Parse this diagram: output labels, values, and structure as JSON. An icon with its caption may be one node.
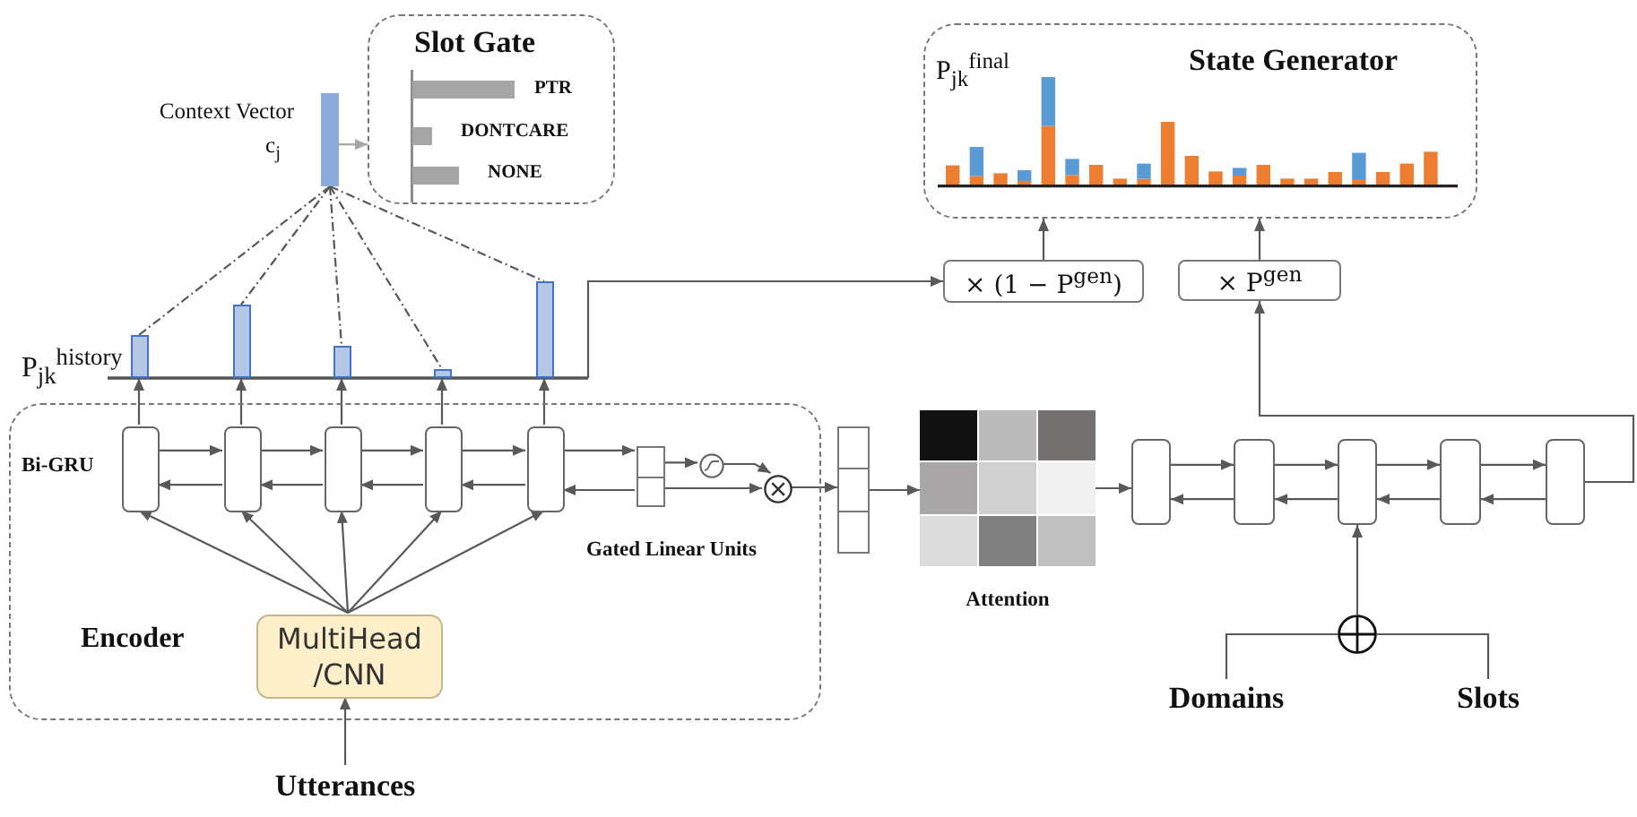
{
  "diagram": {
    "nodes": [
      {
        "text": [
          "Slot Gate",
          "PTR",
          "DONTCARE",
          "NONE"
        ]
      },
      {
        "text": [],
        "shape": "bar",
        "beside": [
          "Context Vector",
          "c$_{j}$"
        ]
      },
      {
        "text": [
          "P$_{jk}$$^{final}$",
          "State Generator"
        ]
      },
      {
        "text": [
          "× (1 − P$^{gen}$)"
        ]
      },
      {
        "text": [
          "× P$^{gen}$"
        ]
      },
      {
        "text": [],
        "shape": "bar"
      },
      {
        "text": [],
        "shape": "bar"
      },
      {
        "text": [],
        "shape": "bar"
      },
      {
        "text": [],
        "shape": "bar"
      },
      {
        "text": [],
        "shape": "bar"
      },
      {
        "text": [
          "Bi-GRU",
          "Gated Linear Units",
          "Encoder"
        ]
      },
      {
        "text": [],
        "shape": "box",
        "in": 10
      },
      {
        "text": [],
        "shape": "box",
        "in": 10
      },
      {
        "text": [],
        "shape": "box",
        "in": 10
      },
      {
        "text": [],
        "shape": "box",
        "in": 10
      },
      {
        "text": [],
        "shape": "box",
        "in": 10
      },
      {
        "text": [],
        "shape": "box",
        "in": 10
      },
      {
        "text": [],
        "shape": "circle",
        "in": 10
      },
      {
        "text": [],
        "shape": "circle",
        "in": 10
      },
      {
        "text": [
          "MultiHead /CNN"
        ],
        "in": 10
      },
      {
        "text": [
          "Utterances"
        ]
      },
      {
        "text": [],
        "shape": "box"
      },
      {
        "text": [],
        "shape": "box",
        "beside": [
          "Attention"
        ]
      },
      {
        "text": [],
        "shape": "box"
      },
      {
        "text": [],
        "shape": "box"
      },
      {
        "text": [],
        "shape": "box"
      },
      {
        "text": [],
        "shape": "box"
      },
      {
        "text": [],
        "shape": "box"
      },
      {
        "text": [],
        "shape": "circle"
      },
      {
        "text": [
          "Domains"
        ]
      },
      {
        "text": [
          "Slots"
        ]
      }
    ],
    "edges": [
      {
        "from": 1,
        "to": 0,
        "arrow": "to",
        "color": "#a6a6a6"
      },
      {
        "from": 1,
        "to": 5,
        "arrow": "none",
        "style": "dashed"
      },
      {
        "from": 1,
        "to": 6,
        "arrow": "none",
        "style": "dashed"
      },
      {
        "from": 1,
        "to": 7,
        "arrow": "none",
        "style": "dashed"
      },
      {
        "from": 1,
        "to": 8,
        "arrow": "none",
        "style": "dashed"
      },
      {
        "from": 1,
        "to": 9,
        "arrow": "none",
        "style": "dashed"
      },
      {
        "from": 11,
        "to": 5,
        "arrow": "to"
      },
      {
        "from": 12,
        "to": 6,
        "arrow": "to"
      },
      {
        "from": 13,
        "to": 7,
        "arrow": "to"
      },
      {
        "from": 14,
        "to": 8,
        "arrow": "to"
      },
      {
        "from": 15,
        "to": 9,
        "arrow": "to"
      },
      {
        "from": 11,
        "to": 12,
        "arrow": "to"
      },
      {
        "from": 12,
        "to": 13,
        "arrow": "to"
      },
      {
        "from": 13,
        "to": 14,
        "arrow": "to"
      },
      {
        "from": 14,
        "to": 15,
        "arrow": "to"
      },
      {
        "from": 12,
        "to": 11,
        "arrow": "to"
      },
      {
        "from": 13,
        "to": 12,
        "arrow": "to"
      },
      {
        "from": 14,
        "to": 13,
        "arrow": "to"
      },
      {
        "from": 15,
        "to": 14,
        "arrow": "to"
      },
      {
        "from": 19,
        "to": 11,
        "arrow": "to"
      },
      {
        "from": 19,
        "to": 12,
        "arrow": "to"
      },
      {
        "from": 19,
        "to": 13,
        "arrow": "to"
      },
      {
        "from": 19,
        "to": 14,
        "arrow": "to"
      },
      {
        "from": 19,
        "to": 15,
        "arrow": "to"
      },
      {
        "from": 20,
        "to": 19,
        "arrow": "to"
      },
      {
        "from": 15,
        "to": 16,
        "arrow": "to"
      },
      {
        "from": 16,
        "to": 15,
        "arrow": "to"
      },
      {
        "from": 16,
        "to": 17,
        "arrow": "to"
      },
      {
        "from": 17,
        "to": 18,
        "arrow": "to"
      },
      {
        "from": 16,
        "to": 18,
        "arrow": "to"
      },
      {
        "from": 18,
        "to": 21,
        "arrow": "to"
      },
      {
        "from": 21,
        "to": 22,
        "arrow": "to"
      },
      {
        "from": 22,
        "to": 23,
        "arrow": "to"
      },
      {
        "from": 23,
        "to": 24,
        "arrow": "to"
      },
      {
        "from": 24,
        "to": 25,
        "arrow": "to"
      },
      {
        "from": 25,
        "to": 26,
        "arrow": "to"
      },
      {
        "from": 26,
        "to": 27,
        "arrow": "to"
      },
      {
        "from": 24,
        "to": 23,
        "arrow": "to"
      },
      {
        "from": 25,
        "to": 24,
        "arrow": "to"
      },
      {
        "from": 26,
        "to": 25,
        "arrow": "to"
      },
      {
        "from": 27,
        "to": 26,
        "arrow": "to"
      },
      {
        "from": 27,
        "to": 4,
        "arrow": "to"
      },
      {
        "from": 28,
        "to": 25,
        "arrow": "to"
      },
      {
        "from": 29,
        "to": 28,
        "arrow": "none"
      },
      {
        "from": 30,
        "to": 28,
        "arrow": "none"
      },
      {
        "from": null,
        "to": 3,
        "arrow": "to"
      },
      {
        "from": 3,
        "to": 2,
        "arrow": "to"
      },
      {
        "from": 4,
        "to": 2,
        "arrow": "to"
      }
    ],
    "labels": [
      "P$_{jk}$$^{history}$"
    ]
  }
}
